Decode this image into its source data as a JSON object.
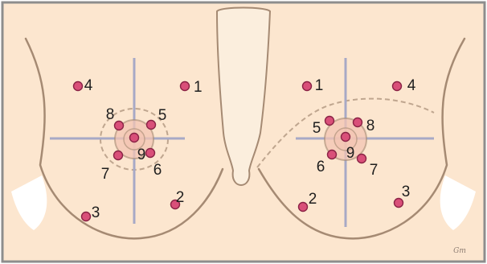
{
  "colors": {
    "background": "#fce6cf",
    "frame": "#8d8d8d",
    "outline": "#a58a73",
    "quadrant_lines": "#a7a9c6",
    "areola_fill": "#f3c4b3",
    "dot_fill": "#d94f79",
    "dot_stroke": "#8a2345",
    "skin_fold": "#ffffff",
    "sternum_fill": "#fbeedd"
  },
  "signature": "Gm",
  "breasts": [
    {
      "side": "left",
      "points": [
        {
          "label": "1"
        },
        {
          "label": "2"
        },
        {
          "label": "3"
        },
        {
          "label": "4"
        },
        {
          "label": "5"
        },
        {
          "label": "6"
        },
        {
          "label": "7"
        },
        {
          "label": "8"
        },
        {
          "label": "9"
        }
      ]
    },
    {
      "side": "right",
      "points": [
        {
          "label": "1"
        },
        {
          "label": "2"
        },
        {
          "label": "3"
        },
        {
          "label": "4"
        },
        {
          "label": "5"
        },
        {
          "label": "6"
        },
        {
          "label": "7"
        },
        {
          "label": "8"
        },
        {
          "label": "9"
        }
      ]
    }
  ]
}
